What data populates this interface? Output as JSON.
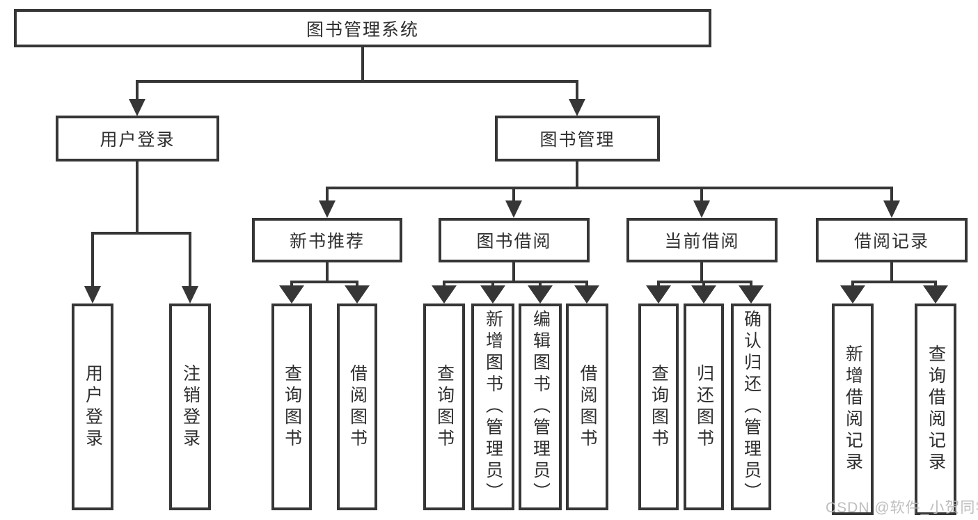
{
  "watermark": "CSDN @软件_小贺同学",
  "colors": {
    "line": "#363636",
    "box_border": "#363636",
    "text": "#2e2e2e",
    "watermark": "#bababa",
    "background": "#ffffff"
  },
  "tree": {
    "label": "图书管理系统",
    "children": [
      {
        "label": "用户登录",
        "children": [
          {
            "label": "用户登录"
          },
          {
            "label": "注销登录"
          }
        ]
      },
      {
        "label": "图书管理",
        "children": [
          {
            "label": "新书推荐",
            "children": [
              {
                "label": "查询图书"
              },
              {
                "label": "借阅图书"
              }
            ]
          },
          {
            "label": "图书借阅",
            "children": [
              {
                "label": "查询图书"
              },
              {
                "label": "新增图书（管理员）"
              },
              {
                "label": "编辑图书（管理员）"
              },
              {
                "label": "借阅图书"
              }
            ]
          },
          {
            "label": "当前借阅",
            "children": [
              {
                "label": "查询图书"
              },
              {
                "label": "归还图书"
              },
              {
                "label": "确认归还（管理员）"
              }
            ]
          },
          {
            "label": "借阅记录",
            "children": [
              {
                "label": "新增借阅记录"
              },
              {
                "label": "查询借阅记录"
              }
            ]
          }
        ]
      }
    ]
  }
}
